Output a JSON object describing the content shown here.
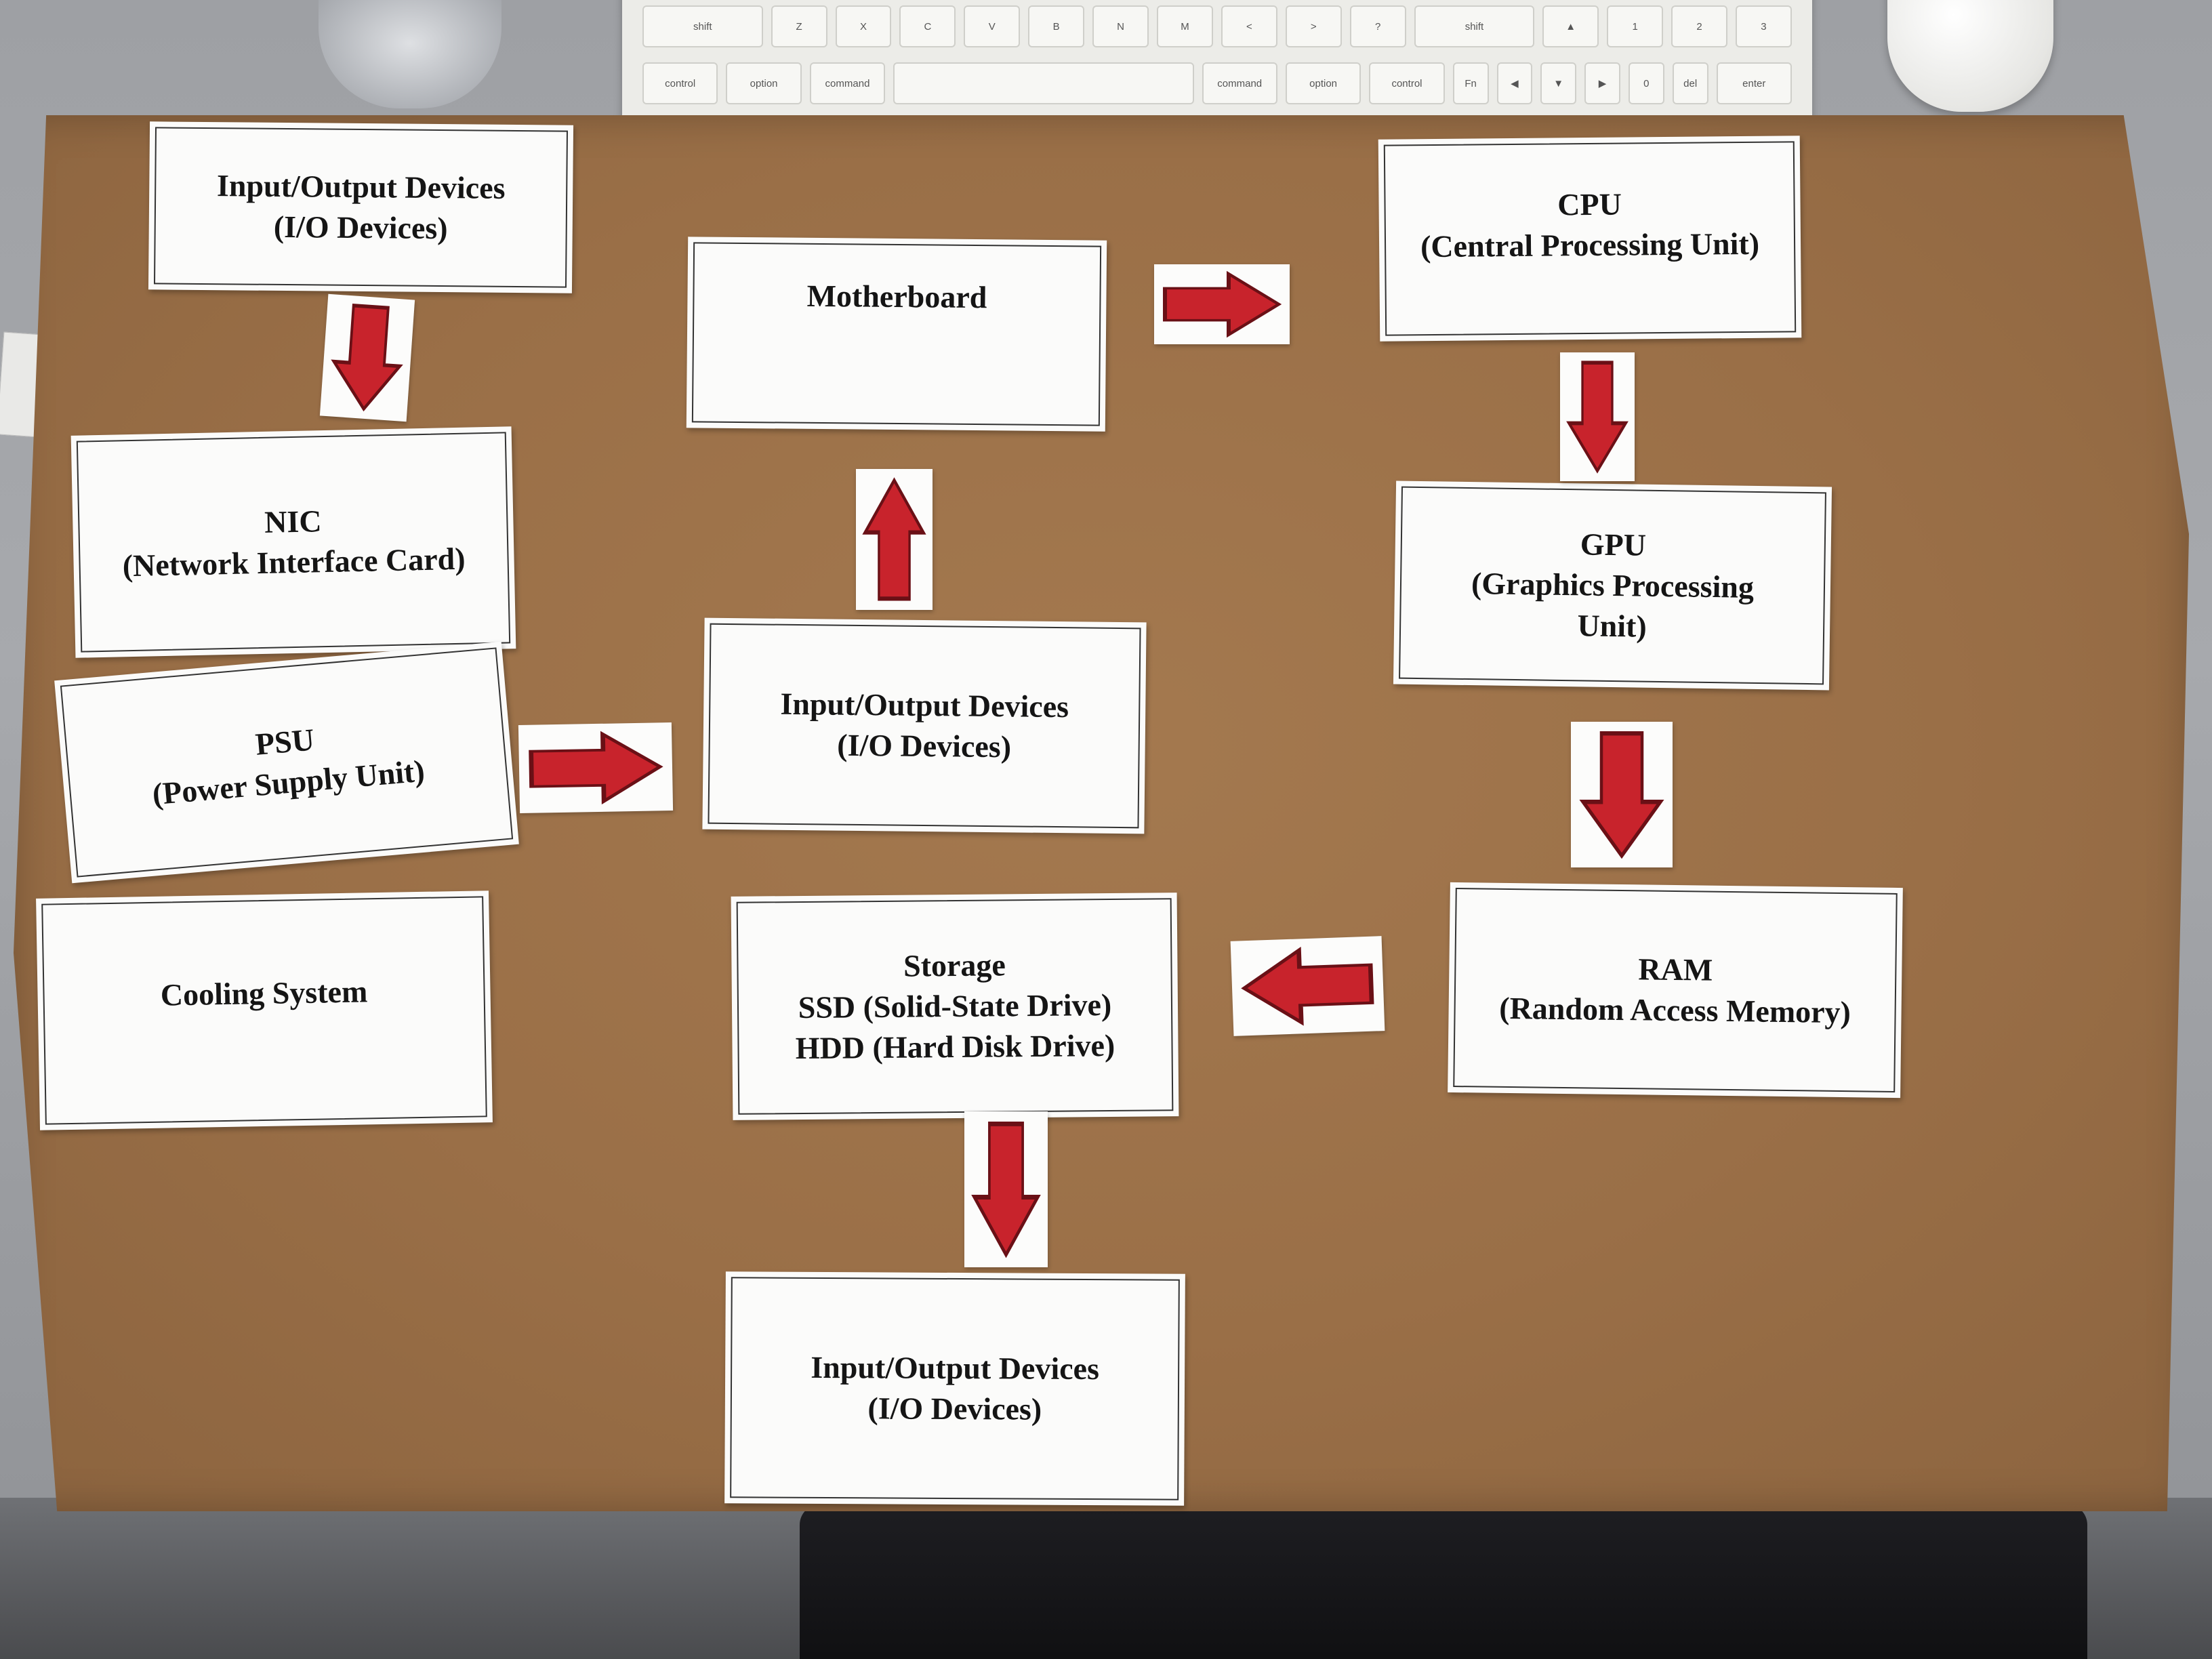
{
  "board": {
    "cards": {
      "io_top_left": [
        "Input/Output Devices",
        "(I/O Devices)"
      ],
      "motherboard": [
        "Motherboard"
      ],
      "cpu": [
        "CPU",
        "(Central Processing Unit)"
      ],
      "nic": [
        "NIC",
        "(Network Interface Card)"
      ],
      "gpu": [
        "GPU",
        "(Graphics Processing",
        "Unit)"
      ],
      "psu": [
        "PSU",
        "(Power Supply Unit)"
      ],
      "io_center": [
        "Input/Output Devices",
        "(I/O Devices)"
      ],
      "cooling": [
        "Cooling System"
      ],
      "storage": [
        "Storage",
        "SSD (Solid-State Drive)",
        "HDD (Hard Disk Drive)"
      ],
      "ram": [
        "RAM",
        "(Random Access Memory)"
      ],
      "io_bottom": [
        "Input/Output Devices",
        "(I/O Devices)"
      ]
    },
    "arrow_color": "#c8232c",
    "arrows": [
      "down",
      "right",
      "down",
      "up",
      "right",
      "down",
      "left",
      "down"
    ]
  },
  "keyboard": {
    "row1": [
      "shift",
      "Z",
      "X",
      "C",
      "V",
      "B",
      "N",
      "M",
      "<",
      ">",
      "?",
      "shift",
      "▲",
      "1",
      "2",
      "3"
    ],
    "row2": [
      "control",
      "option",
      "command",
      "",
      "command",
      "option",
      "control",
      "Fn",
      "◀",
      "▼",
      "▶",
      "0",
      "del",
      "enter"
    ]
  }
}
